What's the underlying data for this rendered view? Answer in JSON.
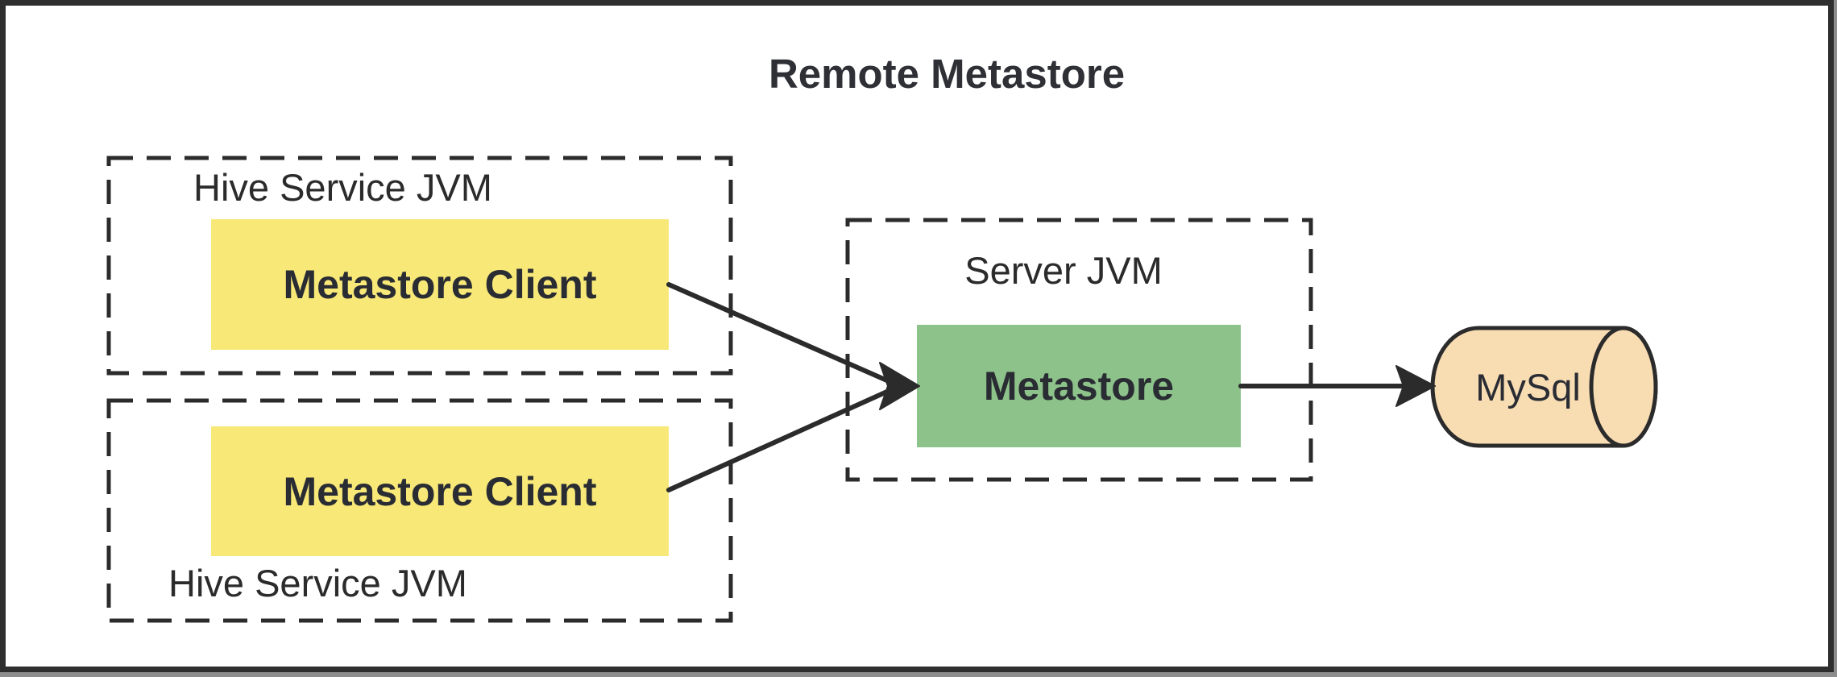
{
  "diagram": {
    "title": "Remote Metastore",
    "groups": [
      {
        "label": "Hive Service JVM"
      },
      {
        "label": "Hive Service JVM"
      },
      {
        "label": "Server JVM"
      }
    ],
    "nodes": [
      {
        "label": "Metastore Client"
      },
      {
        "label": "Metastore Client"
      },
      {
        "label": "Metastore"
      },
      {
        "label": "MySql"
      }
    ],
    "colors": {
      "client_fill": "#F7E878",
      "metastore_fill": "#8DC28A",
      "database_fill": "#F8DDB3",
      "line": "#2B2B2B",
      "frame": "#2E2E2E",
      "outer_shadow": "#8E8E8E"
    }
  }
}
